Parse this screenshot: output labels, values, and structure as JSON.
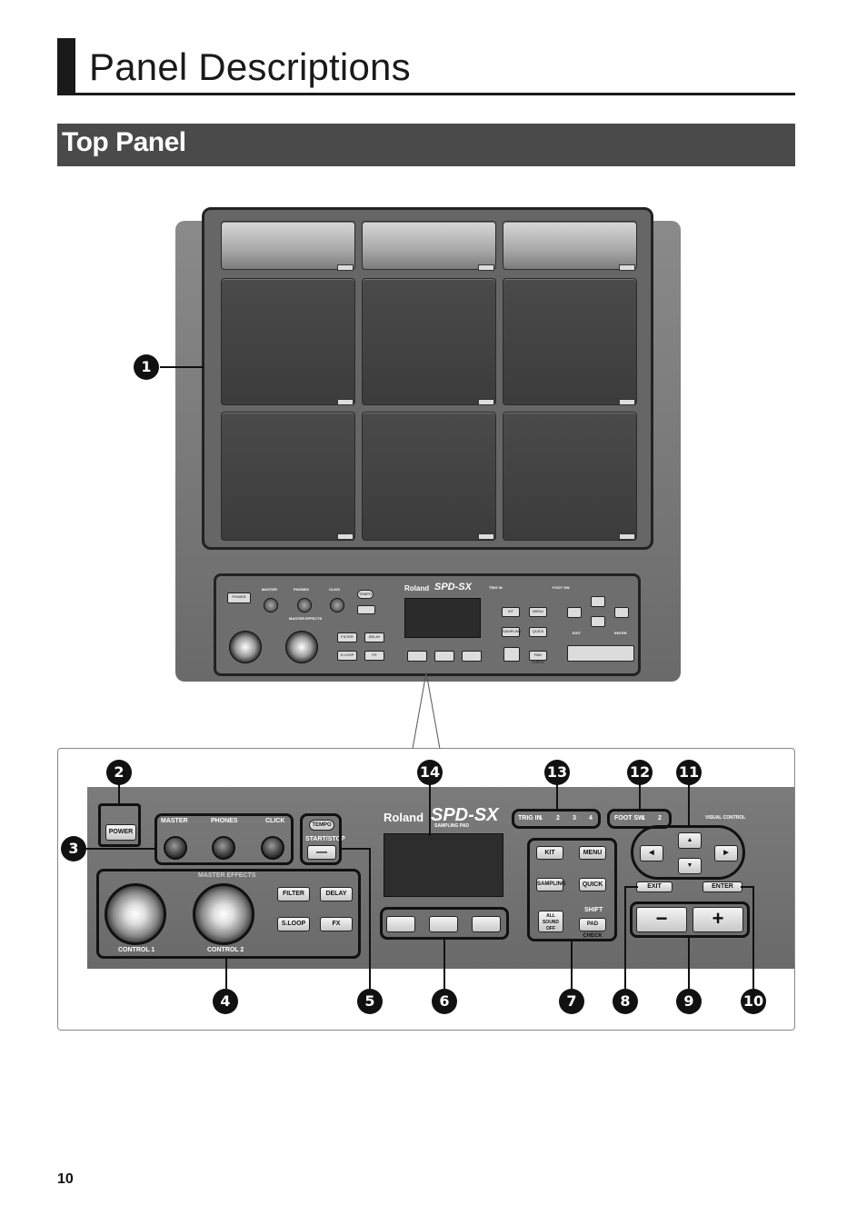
{
  "page": {
    "title": "Panel Descriptions",
    "subtitle": "Top Panel",
    "page_number": "10"
  },
  "device": {
    "brand": "Roland",
    "model": "SPD-SX",
    "model_sub": "SAMPLING PAD",
    "labels": {
      "power": "POWER",
      "master": "MASTER",
      "phones": "PHONES",
      "click": "CLICK",
      "tempo": "TEMPO",
      "start_stop": "START/STOP",
      "master_effects": "MASTER EFFECTS",
      "filter": "FILTER",
      "delay": "DELAY",
      "sloop": "S.LOOP",
      "fx": "FX",
      "control1": "CONTROL 1",
      "control2": "CONTROL 2",
      "trig_in": "TRIG IN",
      "foot_sw": "FOOT SW",
      "kit": "KIT",
      "menu": "MENU",
      "sampling": "SAMPLING",
      "quick": "QUICK",
      "all_sound_off": "ALL SOUND OFF",
      "shift": "SHIFT",
      "pad_check": "PAD CHECK",
      "exit": "EXIT",
      "enter": "ENTER",
      "minus": "−",
      "plus": "+",
      "trig_nums": [
        "1",
        "2",
        "3",
        "4"
      ],
      "foot_nums": [
        "1",
        "2"
      ],
      "visual_control": "VISUAL CONTROL"
    }
  },
  "callouts": [
    "1",
    "2",
    "3",
    "4",
    "5",
    "6",
    "7",
    "8",
    "9",
    "10",
    "11",
    "12",
    "13",
    "14"
  ],
  "colors": {
    "dark": "#1a1a1a",
    "header_bg": "#4a4a4a",
    "panel_grey": "#6b6b6b"
  }
}
